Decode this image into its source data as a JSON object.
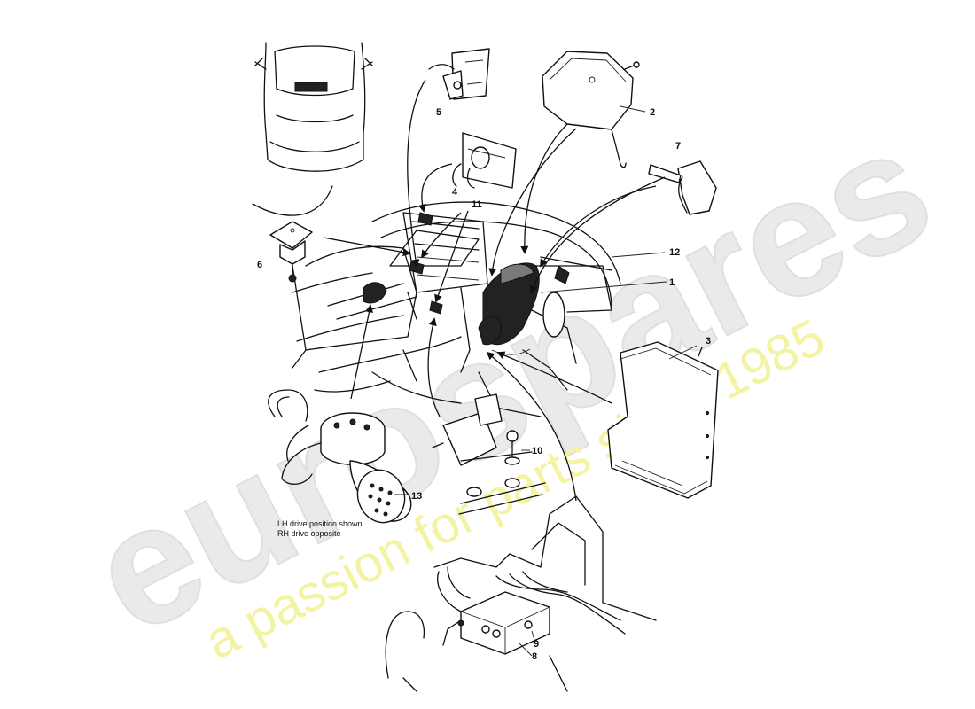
{
  "callouts": [
    {
      "id": "1",
      "label": "1"
    },
    {
      "id": "2",
      "label": "2"
    },
    {
      "id": "3",
      "label": "3"
    },
    {
      "id": "4",
      "label": "4"
    },
    {
      "id": "5",
      "label": "5"
    },
    {
      "id": "6",
      "label": "6"
    },
    {
      "id": "7",
      "label": "7"
    },
    {
      "id": "8",
      "label": "8"
    },
    {
      "id": "9",
      "label": "9"
    },
    {
      "id": "10",
      "label": "10"
    },
    {
      "id": "11",
      "label": "11"
    },
    {
      "id": "12",
      "label": "12"
    },
    {
      "id": "13",
      "label": "13"
    }
  ],
  "notes": {
    "line1": "LH drive position shown",
    "line2": "RH drive opposite"
  },
  "watermark": {
    "brand": "eurospares",
    "tagline": "a passion for parts since 1985",
    "brand_color": "#e8e8e8",
    "tagline_color": "#f3f19a"
  }
}
